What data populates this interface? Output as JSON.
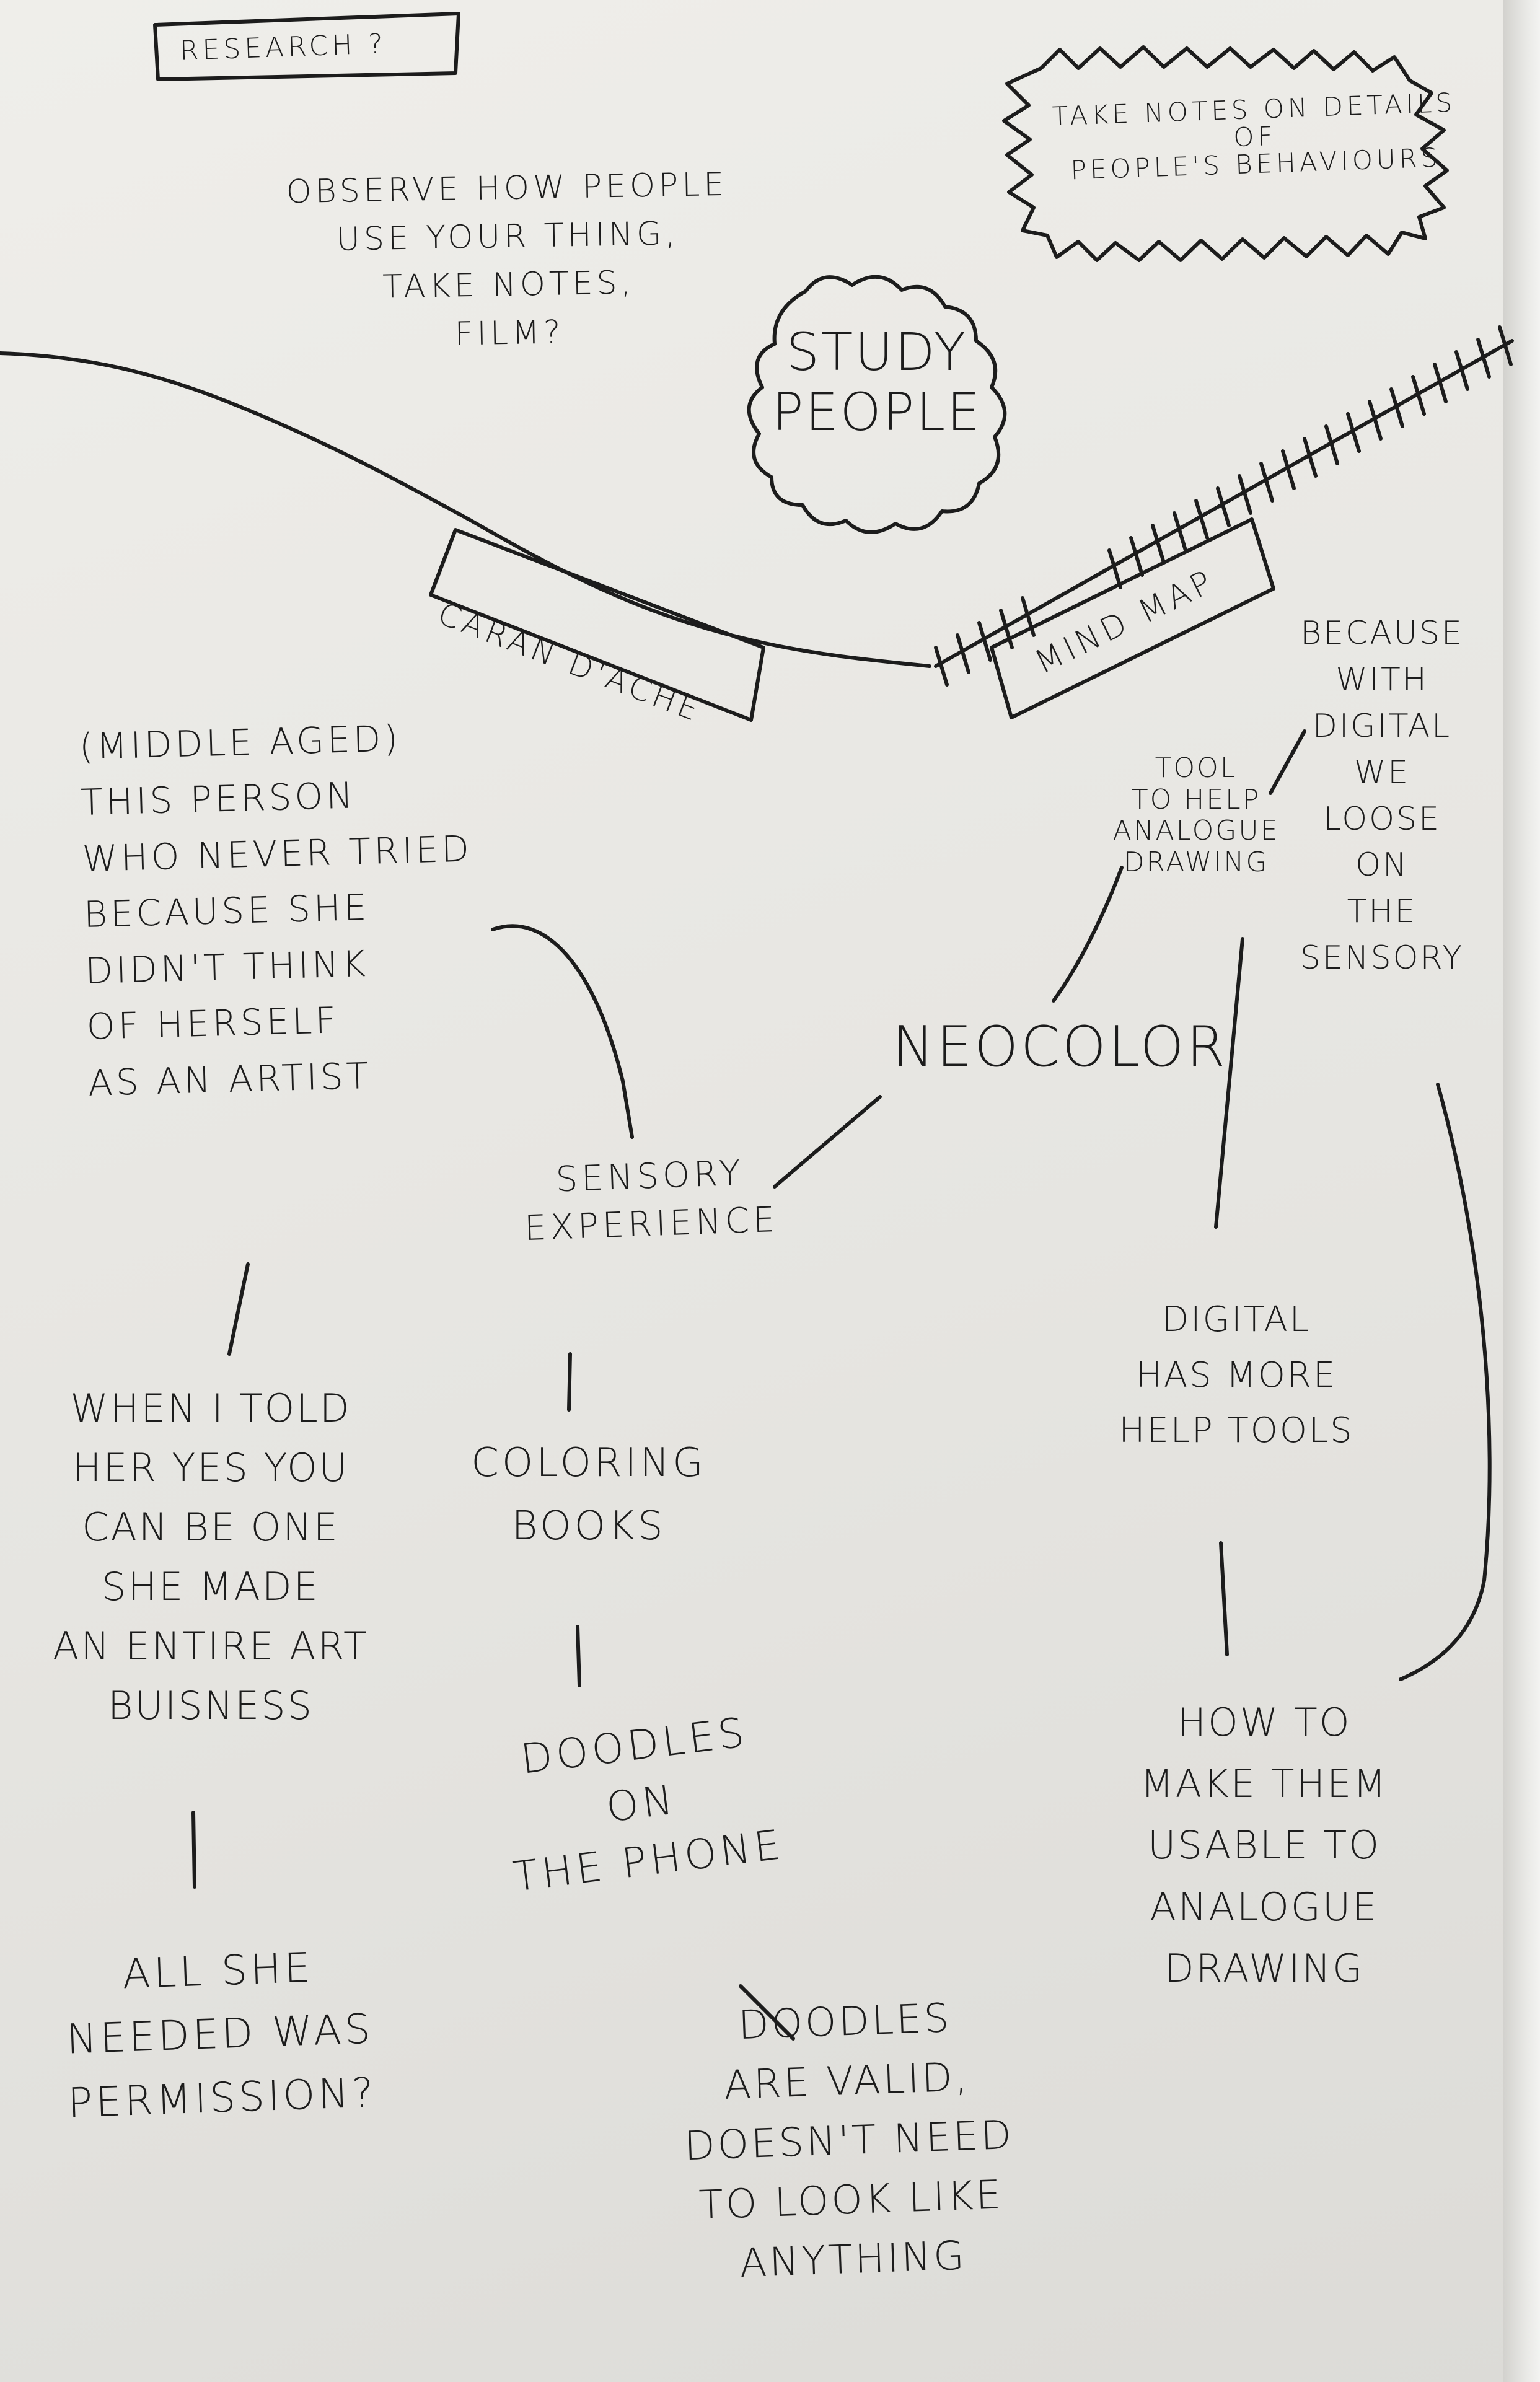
{
  "notes": {
    "research": "RESEARCH ?",
    "take_notes": "TAKE NOTES ON DETAILS\nOF\nPEOPLE'S BEHAVIOURS",
    "observe": "OBSERVE HOW PEOPLE\nUSE YOUR THING,\nTAKE NOTES,\nFILM?",
    "study_people": "STUDY\nPEOPLE",
    "caran_dache": "CARAN D'ACHE",
    "mind_map": "MIND MAP",
    "because_digital": "BECAUSE\nWITH\nDIGITAL\nWE\nLOOSE\nON\nTHE\nSENSORY",
    "tool_to_help": "TOOL\nTO HELP\nANALOGUE\nDRAWING",
    "middle_aged_person": "(MIDDLE AGED)\nTHIS PERSON\nWHO NEVER TRIED\nBECAUSE SHE\nDIDN'T THINK\nOF HERSELF\nAS AN ARTIST",
    "neocolor": "NEOCOLOR",
    "sensory_experience": "SENSORY\nEXPERIENCE",
    "digital_help_tools": "DIGITAL\nHAS MORE\nHELP TOOLS",
    "when_i_told_her": "WHEN I TOLD\nHER YES YOU\nCAN BE ONE\nSHE MADE\nAN ENTIRE ART\nBUISNESS",
    "coloring_books": "COLORING\nBOOKS",
    "doodles_phone": "DOODLES\nON\nTHE PHONE",
    "how_to_make_usable": "HOW TO\nMAKE THEM\nUSABLE TO\nANALOGUE\nDRAWING",
    "all_she_needed": "ALL SHE\nNEEDED WAS\nPERMISSION?",
    "doodles_valid": "DOODLES\nARE VALID,\nDOESN'T NEED\nTO LOOK LIKE\nANYTHING"
  },
  "colors": {
    "ink": "#1c1c1c",
    "paper": "#ecebe7"
  }
}
